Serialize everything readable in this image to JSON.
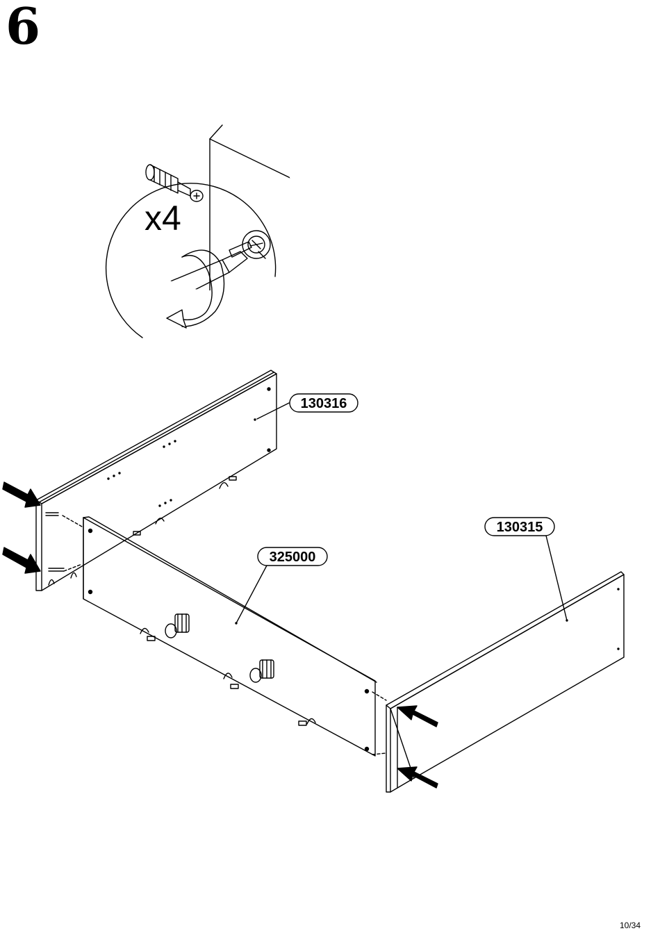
{
  "page": {
    "step_number": "6",
    "page_number": "10/34"
  },
  "detail_view": {
    "quantity": "x4",
    "icons": [
      "cam-bolt-icon",
      "screwdriver-icon",
      "cam-lock-icon",
      "rotation-arrow-icon"
    ]
  },
  "parts": [
    {
      "id": "back-panel",
      "label": "130316"
    },
    {
      "id": "front-panel",
      "label": "325000"
    },
    {
      "id": "side-panel",
      "label": "130315"
    }
  ],
  "icons": [
    "push-arrow-icon"
  ],
  "colors": {
    "ink": "#000000",
    "paper": "#ffffff"
  }
}
